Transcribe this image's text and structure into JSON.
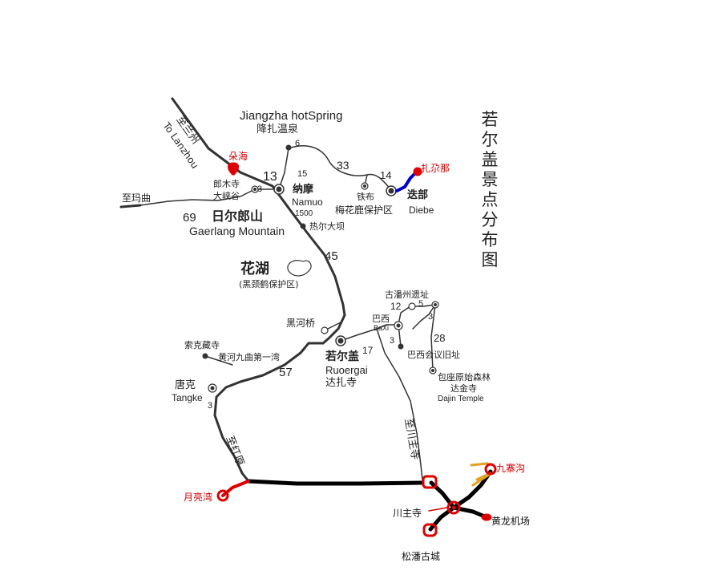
{
  "title": [
    "若",
    "尔",
    "盖",
    "景",
    "点",
    "分",
    "布",
    "图"
  ],
  "places": {
    "jiangzha_en": "Jiangzha hotSpring",
    "jiangzha_cn": "降扎温泉",
    "langmusi_1": "郎木寺",
    "langmusi_2": "大峡谷",
    "zhimaqu": "至玛曲",
    "namuo_cn": "纳摩",
    "namuo_en": "Namuo",
    "tiebu": "铁布",
    "diebu_cn": "迭部",
    "meihualu": "梅花鹿保护区",
    "diebu_en": "Diebe",
    "gaerlang_cn": "日尔郎山",
    "gaerlang_en": "Gaerlang Mountain",
    "reerdaba": "热尔大坝",
    "huahu": "花湖",
    "huahu_sub": "(黑颈鹤保护区)",
    "heihe_bridge": "黑河桥",
    "gupanzhou": "古潘州遗址",
    "baxi_cn": "巴西",
    "baxi_en": "BaXi",
    "baxi_meeting": "巴西会议旧址",
    "baozuo": "包座原始森林",
    "dajin_cn": "达金寺",
    "dajin_en": "Dajin Temple",
    "suoke": "索克藏寺",
    "huanghe": "黄河九曲第一湾",
    "ruoergai_cn": "若尔盖",
    "ruoergai_en": "Ruoergai",
    "dazhasi": "达扎寺",
    "tangke_cn": "唐克",
    "tangke_en": "Tangke",
    "to_lanzhou": "To Lanzhou",
    "zhi_lanzhou": "至兰州",
    "zhi_hongyuan": "至红原",
    "zhi_chuanzhusi": "至川主寺"
  },
  "distances": {
    "d6": "6",
    "d33": "33",
    "d14": "14",
    "d13": "13",
    "d15": "15",
    "d3a": "3",
    "d69": "69",
    "d1500": "1500",
    "d45": "45",
    "d12": "12",
    "d5": "5",
    "d3b": "3",
    "d28": "28",
    "d3c": "3",
    "d17": "17",
    "d57": "57",
    "d3d": "3"
  },
  "annotations": {
    "duohai": "朵海",
    "zhagana": "扎尕那",
    "yueliangwan": "月亮湾",
    "jiuzhaigou": "九寨沟",
    "chuanzhusi": "川主寺",
    "huanglong_airport": "黄龙机场",
    "songpan": "松潘古城"
  },
  "colors": {
    "road": "#333333",
    "annotation_red": "#dd0000",
    "annotation_blue": "#0000cc",
    "annotation_gold": "#e0a020"
  }
}
